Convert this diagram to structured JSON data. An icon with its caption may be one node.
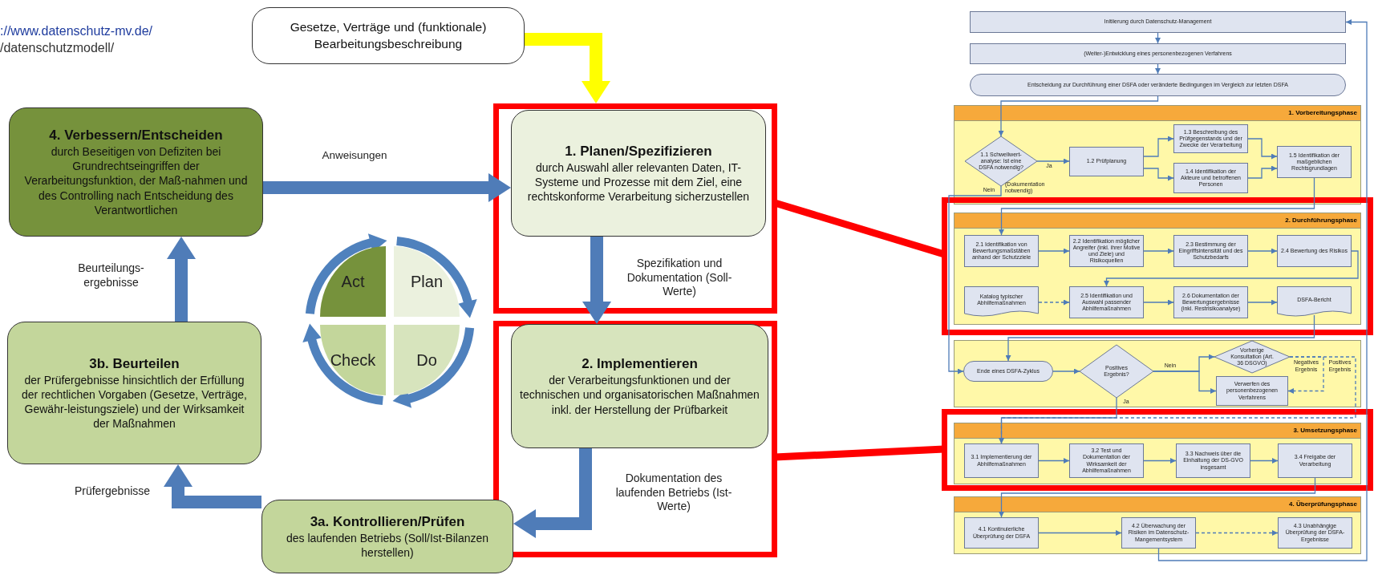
{
  "diagram": {
    "nodes": [
      {
        "text": [
          "Gesetze, Verträge und (funktionale) Bearbeitungsbeschreibung"
        ]
      },
      {
        "text": [
          "4. Verbessern/Entscheiden",
          "durch Beseitigen von Defiziten bei Grundrechtseingriffen der Verarbeitungsfunktion, der Maß-nahmen und des Controlling nach Entscheidung des Verantwortlichen"
        ]
      },
      {
        "text": [],
        "shape": "box"
      },
      {
        "text": [
          "1. Planen/Spezifizieren",
          "durch Auswahl aller relevanten Daten, IT-Systeme und Prozesse mit dem Ziel, eine rechtskonforme Verarbeitung sicherzustellen"
        ],
        "in": 2
      },
      {
        "text": [],
        "shape": "circle"
      },
      {
        "text": [
          "Act"
        ],
        "in": 4
      },
      {
        "text": [
          "Plan"
        ],
        "in": 4
      },
      {
        "text": [
          "Check"
        ],
        "in": 4
      },
      {
        "text": [
          "Do"
        ],
        "in": 4
      },
      {
        "text": [
          "3b. Beurteilen",
          "der Prüfergebnisse hinsichtlich der Erfüllung der rechtlichen Vorgaben (Gesetze, Verträge, Gewähr-leistungsziele) und der Wirksamkeit der Maßnahmen"
        ]
      },
      {
        "text": [],
        "shape": "box"
      },
      {
        "text": [
          "2. Implementieren",
          "der Verarbeitungsfunktionen und der technischen und organisatorischen Maßnahmen inkl. der Herstellung der Prüfbarkeit"
        ],
        "in": 10
      },
      {
        "text": [
          "3a. Kontrollieren/Prüfen",
          "des laufenden Betriebs (Soll/Ist-Bilanzen herstellen)"
        ]
      },
      {
        "text": [
          "Initiierung durch Datenschutz-Management"
        ]
      },
      {
        "text": [
          "(Weiter-)Entwicklung eines personenbezogenen Verfahrens"
        ]
      },
      {
        "text": [
          "Entscheidung zur Durchführung einer DSFA oder veränderte Bedingungen im Vergleich zur letzten DSFA"
        ]
      },
      {
        "text": [
          "1. Vorbereitungsphase"
        ]
      },
      {
        "text": [
          "1.1 Schwellwert-analyse: Ist eine DSFA notwendig?"
        ],
        "in": 16
      },
      {
        "text": [
          "1.2 Prüfplanung"
        ],
        "in": 16
      },
      {
        "text": [
          "1.3 Beschreibung des Prüfgegenstands und der Zwecke der Verarbeitung"
        ],
        "in": 16
      },
      {
        "text": [
          "1.4 Identifikation der Akteure und betroffenen Personen"
        ],
        "in": 16
      },
      {
        "text": [
          "1.5 Identifikation der maßgeblichen Rechtsgrundlagen"
        ],
        "in": 16
      },
      {
        "text": [],
        "shape": "box"
      },
      {
        "text": [
          "2. Durchführungsphase"
        ],
        "in": 22
      },
      {
        "text": [
          "2.1 Identifikation von Bewertungsmaßstäben anhand der Schutzziele"
        ],
        "in": 23
      },
      {
        "text": [
          "2.2 Identifikation möglicher Angreifer (inkl. ihrer Motive und Ziele) und Risikoquellen"
        ],
        "in": 23
      },
      {
        "text": [
          "2.3 Bestimmung der Eingriffsintensität und des Schutzbedarfs"
        ],
        "in": 23
      },
      {
        "text": [
          "2.4 Bewertung des Risikos"
        ],
        "in": 23
      },
      {
        "text": [
          "Katalog typischer Abhilfemaßnahmen"
        ],
        "in": 23
      },
      {
        "text": [
          "2.5 Identifikation und Auswahl passender Abhilfemaßnahmen"
        ],
        "in": 23
      },
      {
        "text": [
          "2.6 Dokumentation der Bewertungsergebnisse (inkl. Restrisikoanalyse)"
        ],
        "in": 23
      },
      {
        "text": [
          "DSFA-Bericht"
        ],
        "in": 23
      },
      {
        "text": [],
        "shape": "box"
      },
      {
        "text": [
          "Ende eines DSFA-Zyklus"
        ],
        "in": 32
      },
      {
        "text": [
          "Positives Ergebnis?"
        ],
        "in": 32
      },
      {
        "text": [
          "Vorherige Konsultation (Art. 36 DSGVO)"
        ],
        "in": 32
      },
      {
        "text": [
          "Verwerfen des personenbezogenen Verfahrens"
        ],
        "in": 32
      },
      {
        "text": [],
        "shape": "box"
      },
      {
        "text": [
          "3. Umsetzungsphase"
        ],
        "in": 37
      },
      {
        "text": [
          "3.1 Implementierung der Abhilfemaßnahmen"
        ],
        "in": 38
      },
      {
        "text": [
          "3.2 Test und Dokumentation der Wirksamkeit der Abhilfemaßnahmen"
        ],
        "in": 38
      },
      {
        "text": [
          "3.3 Nachweis über die Einhaltung der DS-GVO insgesamt"
        ],
        "in": 38
      },
      {
        "text": [
          "3.4 Freigabe der Verarbeitung"
        ],
        "in": 38
      },
      {
        "text": [
          "4. Überprüfungsphase"
        ]
      },
      {
        "text": [
          "4.1 Kontinuierliche Überprüfung der DSFA"
        ],
        "in": 43
      },
      {
        "text": [
          "4.2 Überwachung der Risiken im Datenschutz-Mangementsystem"
        ],
        "in": 43
      },
      {
        "text": [
          "4.3 Unabhängige Überprüfung der DSFA-Ergebnisse"
        ],
        "in": 43
      }
    ],
    "edges": [
      {
        "from": 0,
        "to": 3,
        "arrow": "to",
        "style": "thick",
        "color": "#ffff00"
      },
      {
        "from": 1,
        "to": 3,
        "arrow": "to",
        "style": "thick",
        "label": "Anweisungen"
      },
      {
        "from": 3,
        "to": 11,
        "arrow": "to",
        "style": "thick",
        "label": "Spezifikation und Dokumentation (Soll-Werte)"
      },
      {
        "from": 11,
        "to": 12,
        "arrow": "to",
        "style": "thick",
        "label": "Dokumentation des laufenden Betriebs (Ist-Werte)"
      },
      {
        "from": 12,
        "to": 9,
        "arrow": "to",
        "style": "thick",
        "label": "Prüfergebnisse"
      },
      {
        "from": 9,
        "to": 1,
        "arrow": "to",
        "style": "thick",
        "label": "Beurteilungs-ergebnisse"
      },
      {
        "from": 2,
        "to": 22,
        "arrow": "none",
        "style": "thick",
        "color": "#ff0000"
      },
      {
        "from": 10,
        "to": 37,
        "arrow": "none",
        "style": "thick",
        "color": "#ff0000"
      },
      {
        "from": 13,
        "to": 14,
        "arrow": "to"
      },
      {
        "from": 14,
        "to": 15,
        "arrow": "to"
      },
      {
        "from": 15,
        "to": 17,
        "arrow": "to"
      },
      {
        "from": 17,
        "to": 18,
        "arrow": "to",
        "label": "Ja"
      },
      {
        "from": 18,
        "to": 19,
        "arrow": "to"
      },
      {
        "from": 18,
        "to": 20,
        "arrow": "to"
      },
      {
        "from": 19,
        "to": 21,
        "arrow": "to"
      },
      {
        "from": 20,
        "to": 21,
        "arrow": "to"
      },
      {
        "from": 17,
        "to": 33,
        "arrow": "to",
        "label": "Nein"
      },
      {
        "from": 21,
        "to": 24,
        "arrow": "to"
      },
      {
        "from": 24,
        "to": 25,
        "arrow": "to"
      },
      {
        "from": 25,
        "to": 26,
        "arrow": "to"
      },
      {
        "from": 26,
        "to": 27,
        "arrow": "to"
      },
      {
        "from": 27,
        "to": 29,
        "arrow": "to"
      },
      {
        "from": 28,
        "to": 29,
        "arrow": "to",
        "style": "dashed"
      },
      {
        "from": 29,
        "to": 30,
        "arrow": "to"
      },
      {
        "from": 30,
        "to": 31,
        "arrow": "to"
      },
      {
        "from": 31,
        "to": 33,
        "arrow": "to"
      },
      {
        "from": 33,
        "to": 34,
        "arrow": "to"
      },
      {
        "from": 34,
        "to": 35,
        "arrow": "to",
        "label": "Nein"
      },
      {
        "from": 34,
        "to": 36,
        "arrow": "to"
      },
      {
        "from": 35,
        "to": 36,
        "arrow": "to",
        "style": "dashed",
        "label": "Negatives Ergebnis"
      },
      {
        "from": 35,
        "to": 39,
        "arrow": "to",
        "style": "dashed",
        "label": "Positives Ergebnis"
      },
      {
        "from": 34,
        "to": 39,
        "arrow": "to",
        "label": "Ja"
      },
      {
        "from": 39,
        "to": 40,
        "arrow": "to"
      },
      {
        "from": 40,
        "to": 41,
        "arrow": "to"
      },
      {
        "from": 41,
        "to": 42,
        "arrow": "to"
      },
      {
        "from": 42,
        "to": 44,
        "arrow": "to"
      },
      {
        "from": 44,
        "to": 45,
        "arrow": "to"
      },
      {
        "from": 45,
        "to": 46,
        "arrow": "to",
        "style": "dashed"
      },
      {
        "from": 45,
        "to": 13,
        "arrow": "to"
      }
    ],
    "labels": [
      "://www.datenschutz-mv.de/",
      "/datenschutzmodell/",
      "(Dokumentation notwendig)"
    ]
  }
}
